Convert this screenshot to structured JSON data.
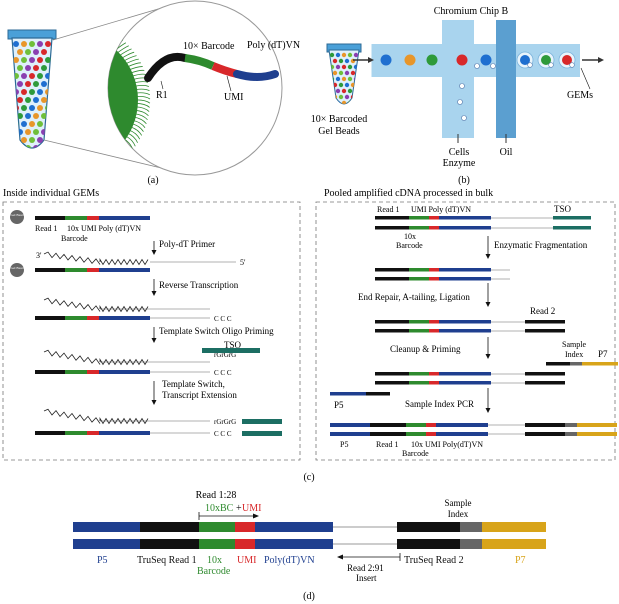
{
  "panel_a": {
    "barcode": "10× Barcode",
    "polydt": "Poly (dT)VN",
    "r1": "R1",
    "umi": "UMI",
    "caption": "(a)"
  },
  "panel_b": {
    "chip": "Chromium Chip B",
    "beads_line1": "10× Barcoded",
    "beads_line2": "Gel Beads",
    "gems": "GEMs",
    "cells": "Cells",
    "enzyme": "Enzyme",
    "oil": "Oil",
    "caption": "(b)"
  },
  "panel_c_left": {
    "title": "Inside individual GEMs",
    "gel_bead": "Gel Bead",
    "read1": "Read 1",
    "tenx_umi_polydt": "10x UMI Poly (dT)VN",
    "barcode": "Barcode",
    "three_prime": "3'",
    "five_prime": "5'",
    "step1": "Poly-dT Primer",
    "step2": "Reverse Transcription",
    "step3": "Template Switch Oligo Priming",
    "step4a": "Template Switch,",
    "step4b": "Transcript Extension",
    "ccc": "C C C",
    "rgrgrg": "rGrGrG",
    "tso": "TSO"
  },
  "panel_c_right": {
    "title": "Pooled amplified cDNA processed in bulk",
    "read1": "Read 1",
    "umi_polydt": "UMI Poly (dT)VN",
    "tso": "TSO",
    "tenx": "10x",
    "barcode": "Barcode",
    "step1": "Enzymatic Fragmentation",
    "step2": "End Repair, A-tailing, Ligation",
    "read2": "Read 2",
    "step3": "Cleanup & Priming",
    "sample": "Sample",
    "index": "Index",
    "p7": "P7",
    "p5": "P5",
    "step4": "Sample Index PCR",
    "p5b": "P5",
    "read1b": "Read 1",
    "tenx_umi_polydt": "10x UMI Poly(dT)VN",
    "barcode2": "Barcode"
  },
  "caption_c": "(c)",
  "panel_d": {
    "read1_28": "Read 1:28",
    "bc": "10xBC",
    "plus": "+",
    "umi": "UMI",
    "sample": "Sample",
    "index": "Index",
    "p5": "P5",
    "truseq_r1": "TruSeq Read 1",
    "tenx": "10x",
    "barcode": "Barcode",
    "umi2": "UMI",
    "polydt": "Poly(dT)VN",
    "truseq_r2": "TruSeq Read 2",
    "p7": "P7",
    "read2_91": "Read 2:91",
    "insert": "Insert",
    "caption": "(d)"
  },
  "colors": {
    "black": "#111111",
    "green": "#2e8a2e",
    "red": "#d8282a",
    "navy": "#1f3f8f",
    "teal": "#1c6e63",
    "gold": "#d8a41a",
    "gray": "#7a7a7a",
    "chip_light": "#a9d4ee",
    "chip_dark": "#5b9fd0"
  }
}
